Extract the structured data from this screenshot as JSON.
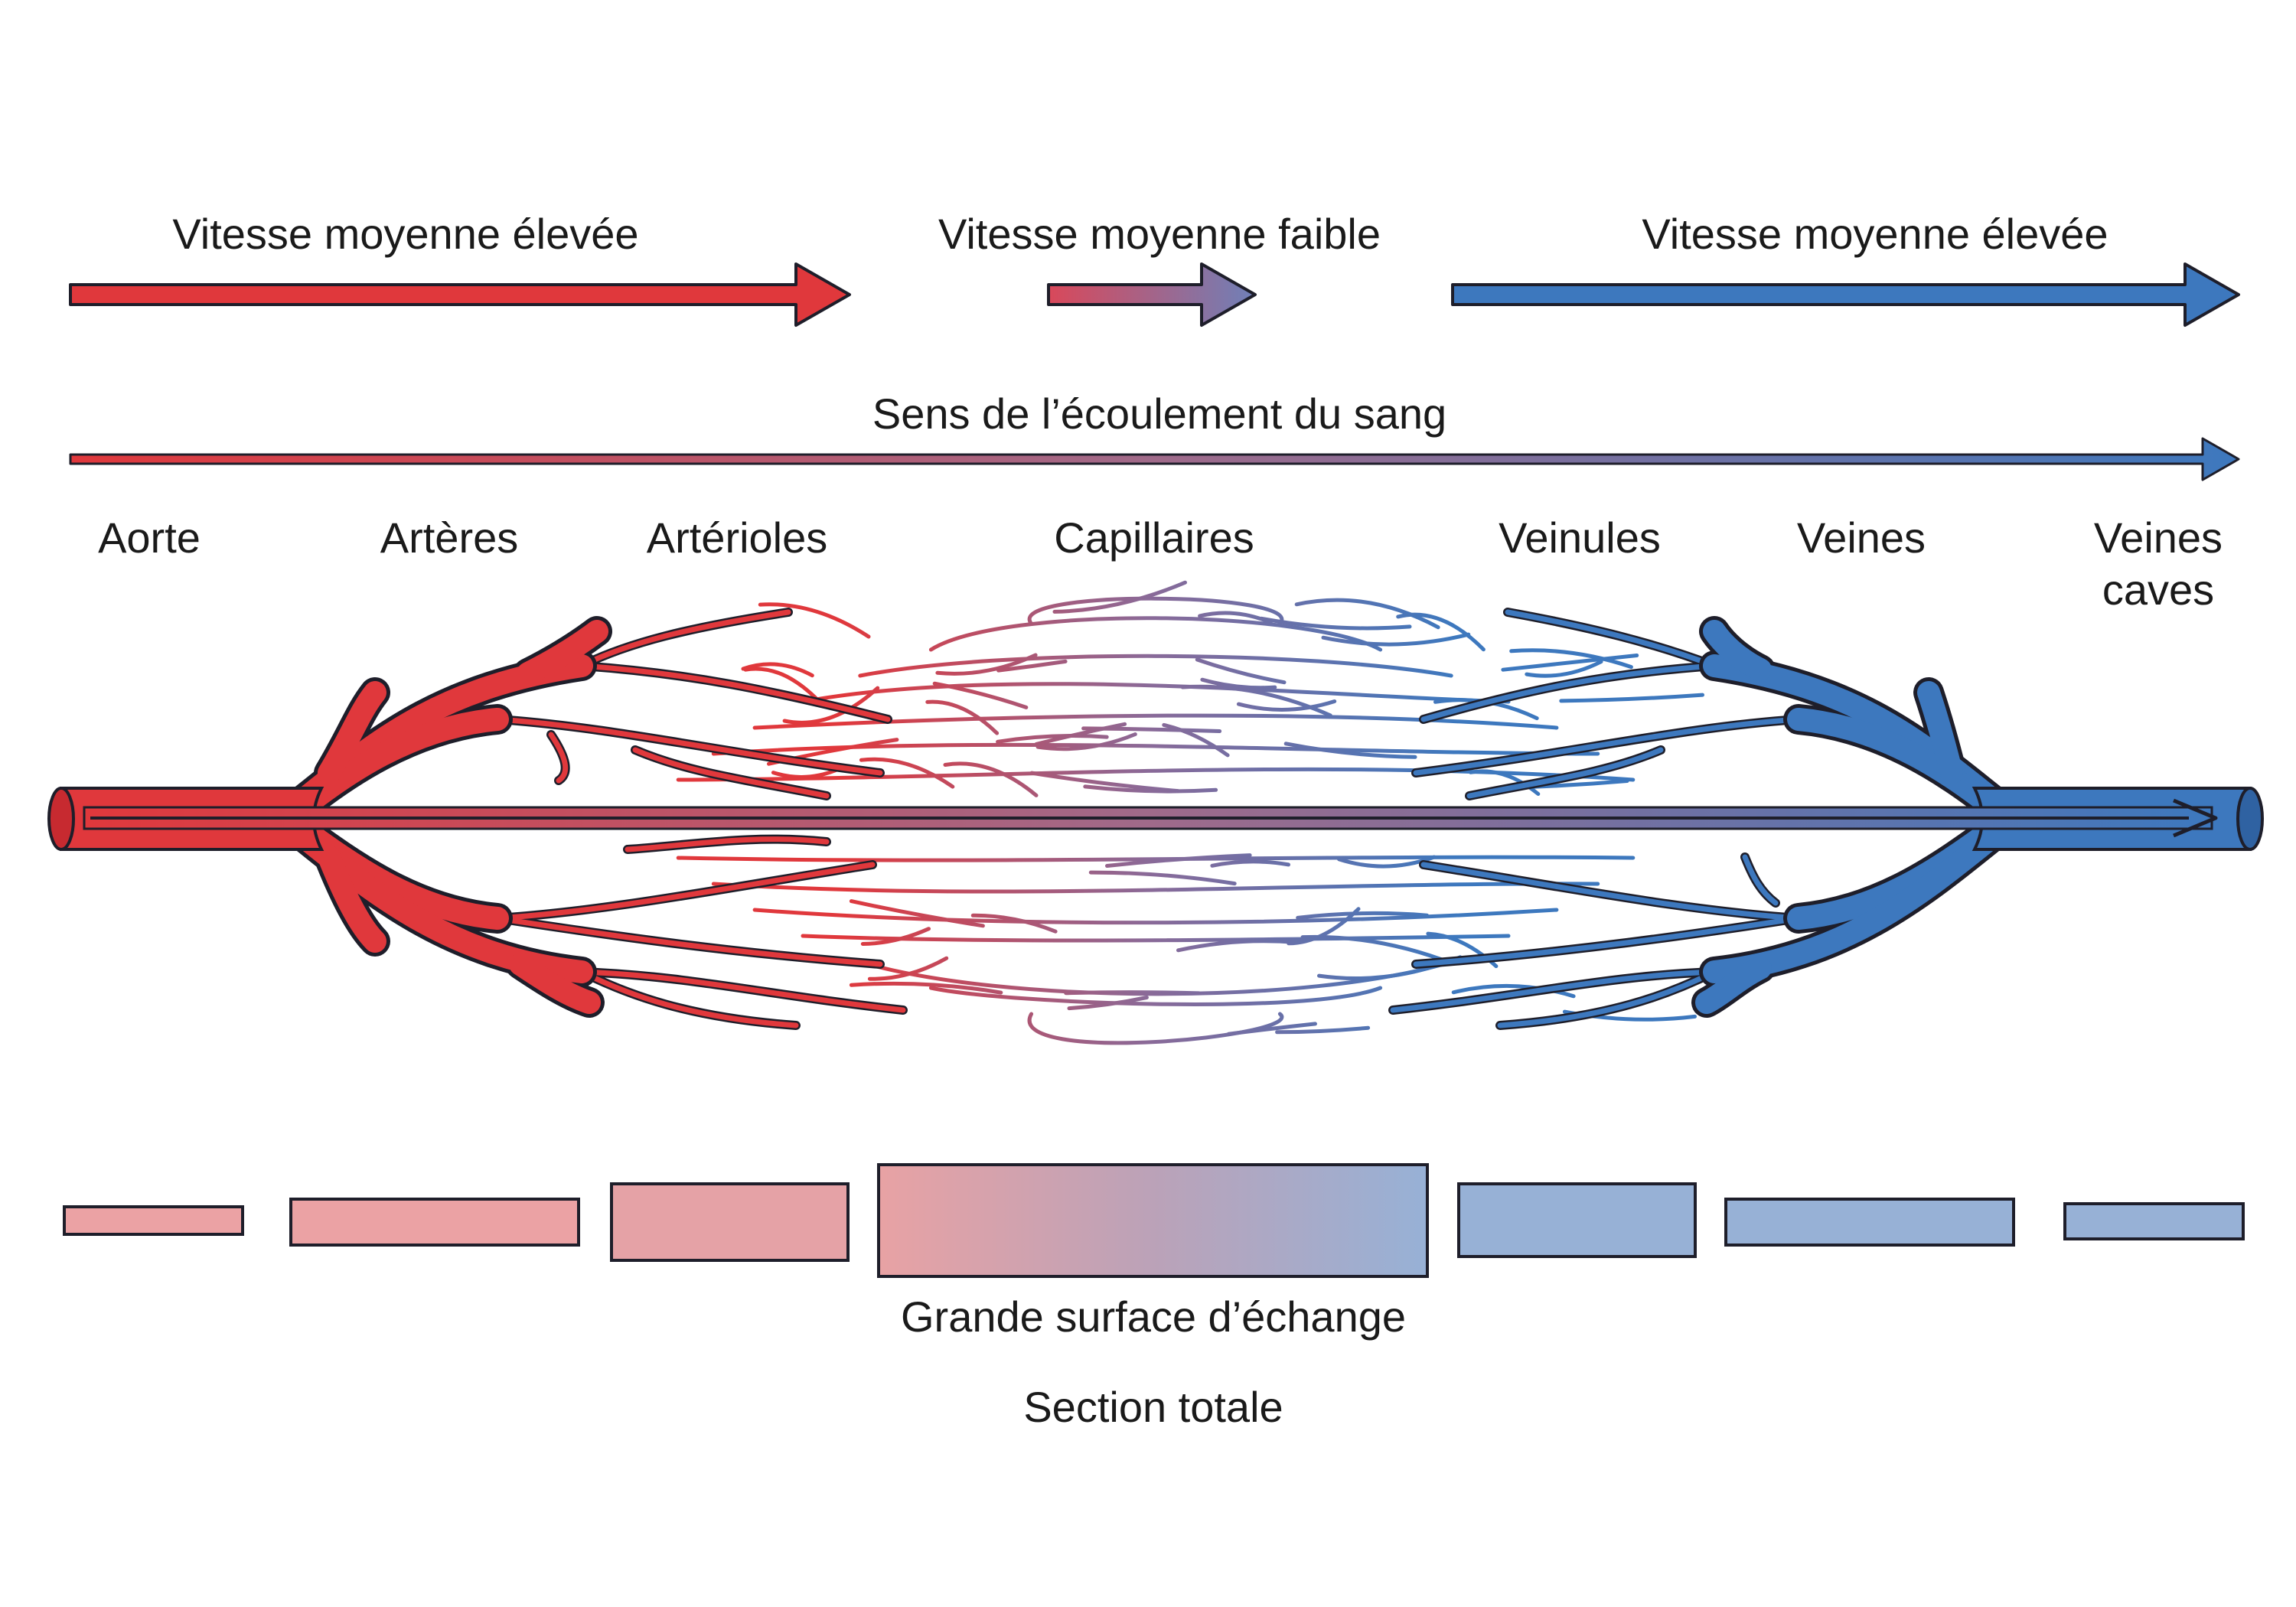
{
  "speed_labels": {
    "left": "Vitesse moyenne élevée",
    "middle": "Vitesse moyenne faible",
    "right": "Vitesse moyenne élevée"
  },
  "flow_label": "Sens de l’écoulement du sang",
  "vessel_labels": {
    "aorta": "Aorte",
    "arteries": "Artères",
    "arterioles": "Artérioles",
    "capillaries": "Capillaires",
    "venules": "Veinules",
    "veins": "Veines",
    "venae_cavae_line1": "Veines",
    "venae_cavae_line2": "caves"
  },
  "exchange_label": "Grande surface d’échange",
  "section_label": "Section totale",
  "colors": {
    "arterial": "#e0383c",
    "venous": "#3d78be",
    "mixed": "#8a7aa6",
    "outline": "#1e1e2a",
    "section_arterial": "#eba2a4",
    "section_venous": "#97b1d6"
  }
}
